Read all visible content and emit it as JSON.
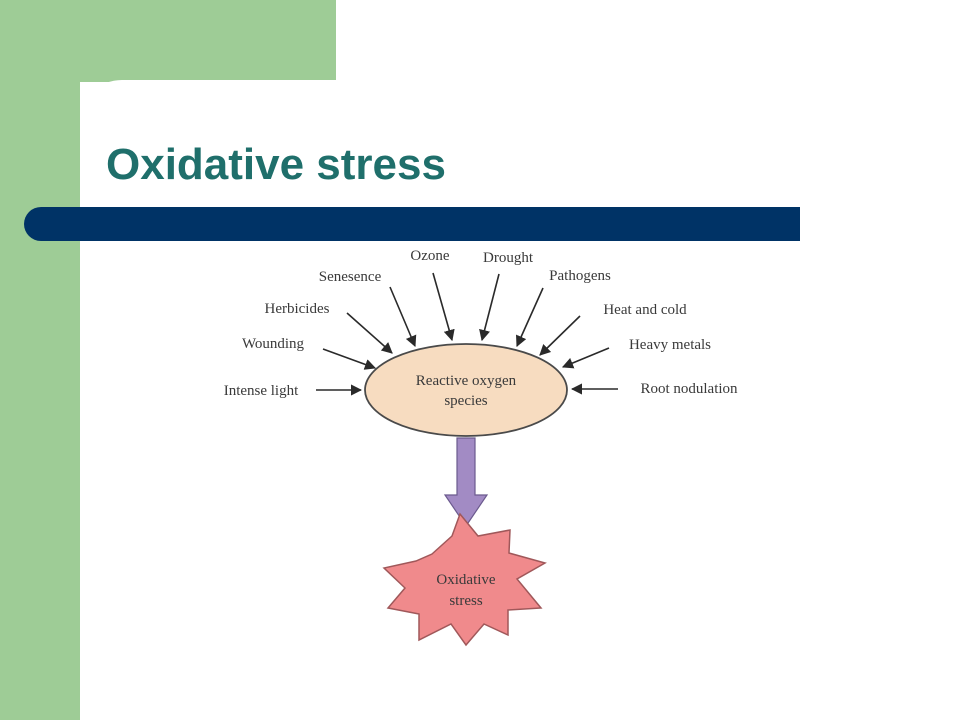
{
  "slide": {
    "title": "Oxidative stress",
    "colors": {
      "sidebar": "#9ecc96",
      "title": "#1f6f6b",
      "rule": "#003366"
    }
  },
  "diagram": {
    "stressors": [
      "Ozone",
      "Drought",
      "Senesence",
      "Pathogens",
      "Herbicides",
      "Heat and cold",
      "Wounding",
      "Heavy metals",
      "Intense light",
      "Root nodulation"
    ],
    "center": {
      "line1": "Reactive oxygen",
      "line2": "species",
      "color": "#f7dcc0"
    },
    "result": {
      "line1": "Oxidative",
      "line2": "stress",
      "color": "#f08a8c"
    },
    "arrow_color": "#a28bc4"
  }
}
